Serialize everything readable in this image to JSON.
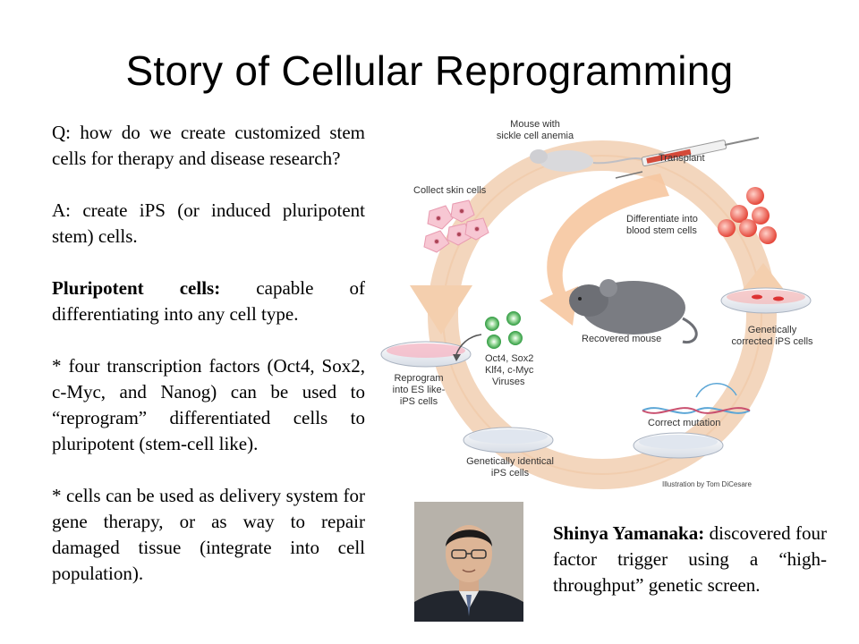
{
  "slide": {
    "title": "Story of Cellular Reprogramming"
  },
  "text": {
    "q": "Q: how do we create customized stem cells for therapy and disease research?",
    "a": "A: create iPS (or induced pluripotent stem) cells.",
    "pluripotent_term": "Pluripotent cells:",
    "pluripotent_def": " capable of differentiating into any cell type.",
    "factors": "* four transcription factors (Oct4, Sox2, c-Myc, and Nanog) can be used to “reprogram” differentiated cells to pluripotent (stem-cell like).",
    "delivery": "* cells can be used as delivery system for gene therapy, or as way to repair damaged tissue (integrate into cell population)."
  },
  "caption": {
    "name": "Shinya Yamanaka:",
    "desc": " discovered four factor trigger using a “high-throughput” genetic screen."
  },
  "diagram": {
    "labels": {
      "mouse_sickle_1": "Mouse with",
      "mouse_sickle_2": "sickle cell anemia",
      "transplant": "Transplant",
      "collect_skin": "Collect skin cells",
      "differentiate_1": "Differentiate into",
      "differentiate_2": "blood stem cells",
      "recovered": "Recovered mouse",
      "genetically_corrected_1": "Genetically",
      "genetically_corrected_2": "corrected iPS cells",
      "factors_1": "Oct4, Sox2",
      "factors_2": "Klf4, c-Myc",
      "factors_3": "Viruses",
      "reprogram_1": "Reprogram",
      "reprogram_2": "into ES like-",
      "reprogram_3": "iPS cells",
      "correct_mutation": "Correct mutation",
      "identical_1": "Genetically identical",
      "identical_2": "iPS cells",
      "credit": "Illustration by Tom DiCesare"
    }
  }
}
